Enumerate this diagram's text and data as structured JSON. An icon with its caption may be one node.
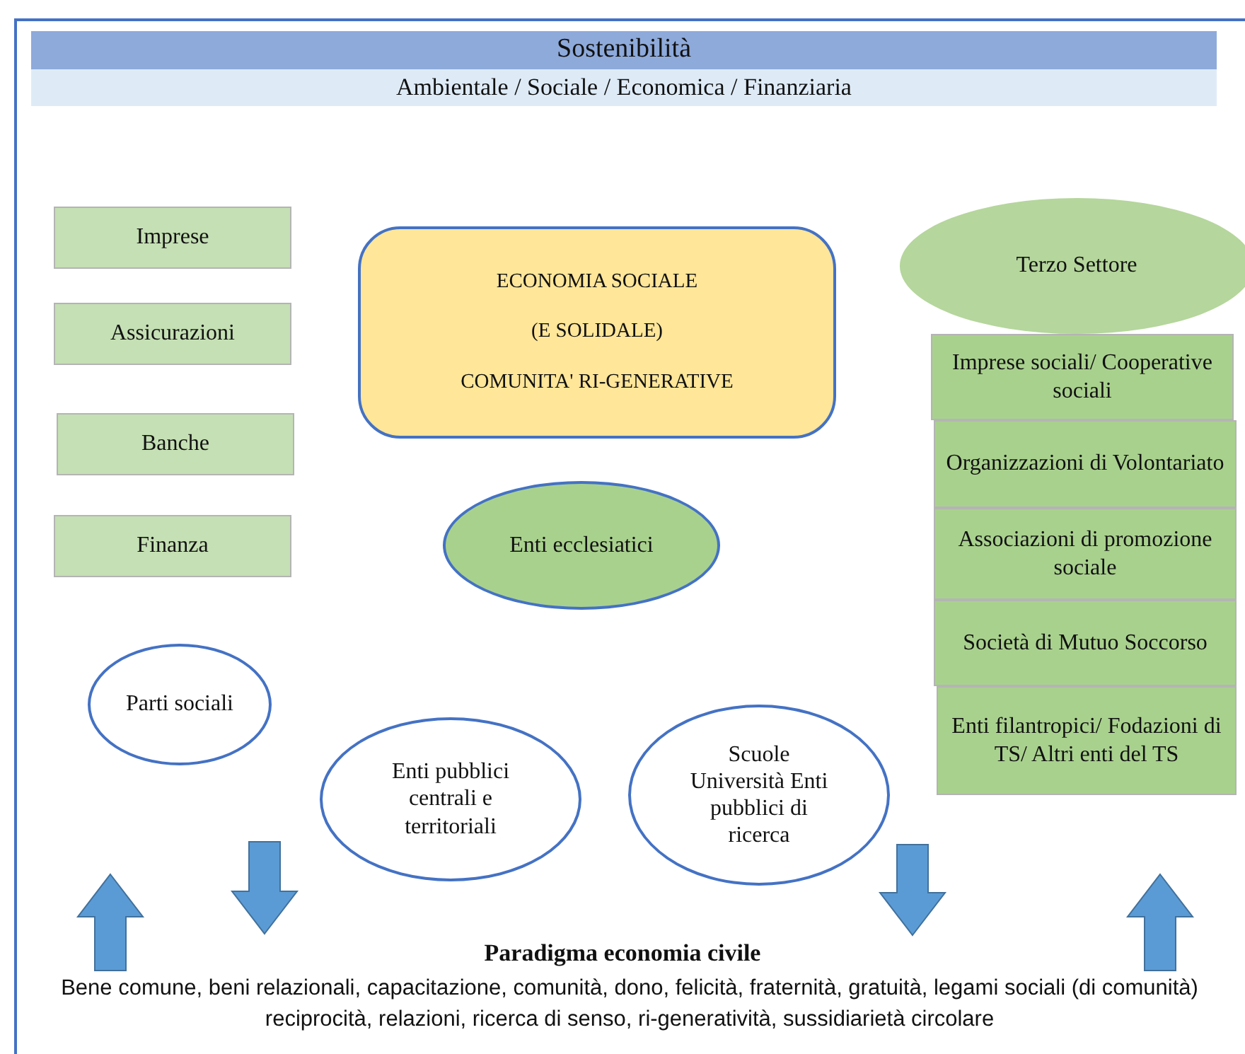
{
  "diagram": {
    "nodes": [
      {
        "text": [
          "Sostenibilità"
        ]
      },
      {
        "text": [
          "Ambientale / Sociale / Economica / Finanziaria"
        ]
      },
      {
        "text": [
          "Imprese"
        ]
      },
      {
        "text": [
          "Assicurazioni"
        ]
      },
      {
        "text": [
          "Banche"
        ]
      },
      {
        "text": [
          "Finanza"
        ]
      },
      {
        "text": [
          "ECONOMIA SOCIALE",
          "(E SOLIDALE)",
          "COMUNITA' RI-GENERATIVE"
        ]
      },
      {
        "text": [
          "Terzo Settore"
        ]
      },
      {
        "text": [
          "Imprese sociali/ Cooperative sociali"
        ]
      },
      {
        "text": [
          "Organizzazioni di Volontariato"
        ]
      },
      {
        "text": [
          "Associazioni di promozione sociale"
        ]
      },
      {
        "text": [
          "Società di Mutuo Soccorso"
        ]
      },
      {
        "text": [
          "Enti filantropici/ Fodazioni di TS/ Altri enti del TS"
        ]
      },
      {
        "text": [
          "Enti ecclesiatici"
        ]
      },
      {
        "text": [
          "Parti sociali"
        ]
      },
      {
        "text": [
          "Enti pubblici centrali e territoriali"
        ]
      },
      {
        "text": [
          "Scuole Università Enti pubblici di ricerca"
        ]
      }
    ],
    "labels": [
      "Paradigma economia civile",
      "Bene comune, beni relazionali, capacitazione, comunità, dono, felicità, fraternità, gratuità,  legami sociali (di comunità) reciprocità, relazioni, ricerca di senso, ri-generatività, sussidiarietà circolare"
    ]
  }
}
